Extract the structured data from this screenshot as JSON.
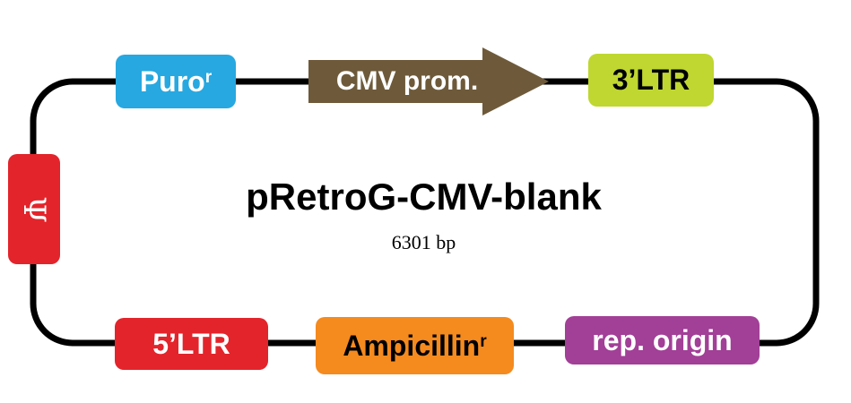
{
  "plasmid": {
    "name": "pRetroG-CMV-blank",
    "size": "6301 bp"
  },
  "features": {
    "puro": {
      "label": "Puro",
      "sup": "r",
      "color": "#27a8e0",
      "text_color": "#ffffff"
    },
    "cmv": {
      "label": "CMV prom.",
      "color": "#6e5a3a",
      "text_color": "#ffffff"
    },
    "ltr3": {
      "label": "3’LTR",
      "color": "#bfd730",
      "text_color": "#000000"
    },
    "psi": {
      "label": "Ψ",
      "color": "#e3242b",
      "text_color": "#ffffff"
    },
    "ltr5": {
      "label": "5’LTR",
      "color": "#e3242b",
      "text_color": "#ffffff"
    },
    "ampicillin": {
      "label": "Ampicillin",
      "sup": "r",
      "color": "#f58a1f",
      "text_color": "#000000"
    },
    "rep_origin": {
      "label": "rep. origin",
      "color": "#a23f97",
      "text_color": "#ffffff"
    }
  },
  "backbone_color": "#000000"
}
